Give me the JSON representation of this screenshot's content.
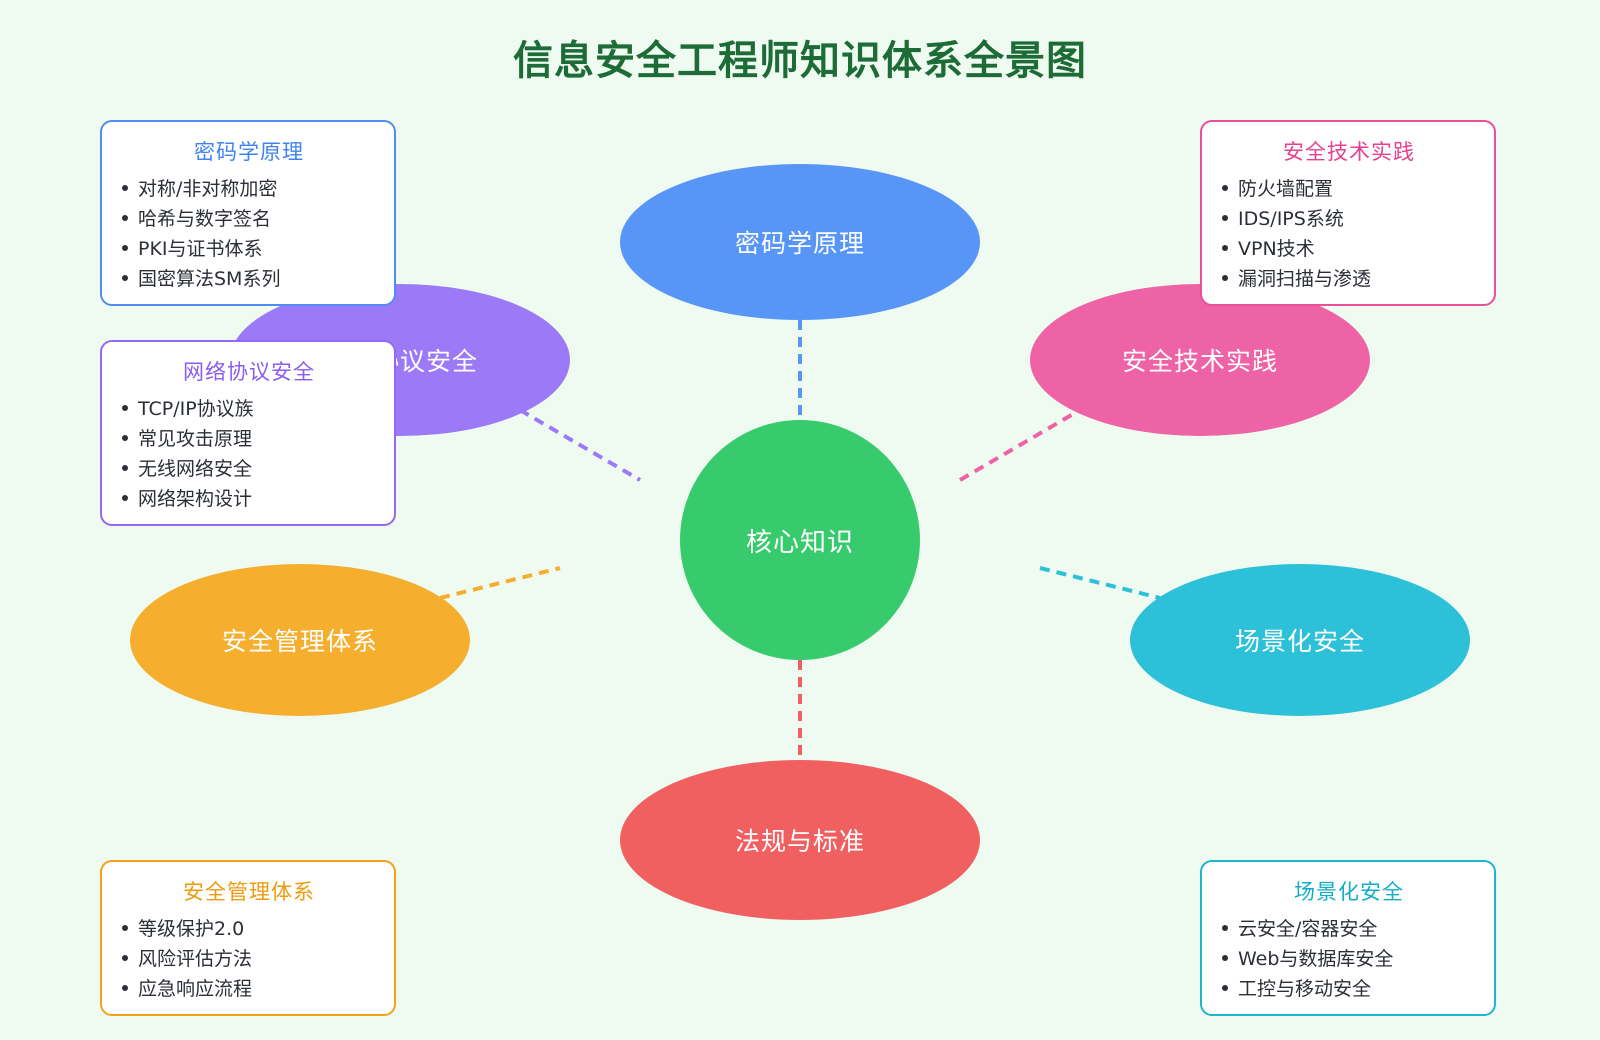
{
  "title": "信息安全工程师知识体系全景图",
  "colors": {
    "background": "#effbf1",
    "title": "#1d6b36",
    "center": "#38cb6d",
    "crypto": "#5795f6",
    "network": "#9b79f7",
    "practice": "#ee62a6",
    "management": "#f5ae2e",
    "scenario": "#2cc1d8",
    "law": "#f06061"
  },
  "center": {
    "label": "核心知识"
  },
  "nodes": {
    "crypto": {
      "label": "密码学原理"
    },
    "network": {
      "label": "网络协议安全"
    },
    "practice": {
      "label": "安全技术实践"
    },
    "management": {
      "label": "安全管理体系"
    },
    "scenario": {
      "label": "场景化安全"
    },
    "law": {
      "label": "法规与标准"
    }
  },
  "cards": {
    "crypto": {
      "title": "密码学原理",
      "items": [
        "对称/非对称加密",
        "哈希与数字签名",
        "PKI与证书体系",
        "国密算法SM系列"
      ]
    },
    "network": {
      "title": "网络协议安全",
      "items": [
        "TCP/IP协议族",
        "常见攻击原理",
        "无线网络安全",
        "网络架构设计"
      ]
    },
    "practice": {
      "title": "安全技术实践",
      "items": [
        "防火墙配置",
        "IDS/IPS系统",
        "VPN技术",
        "漏洞扫描与渗透"
      ]
    },
    "management": {
      "title": "安全管理体系",
      "items": [
        "等级保护2.0",
        "风险评估方法",
        "应急响应流程"
      ]
    },
    "scenario": {
      "title": "场景化安全",
      "items": [
        "云安全/容器安全",
        "Web与数据库安全",
        "工控与移动安全"
      ]
    }
  }
}
